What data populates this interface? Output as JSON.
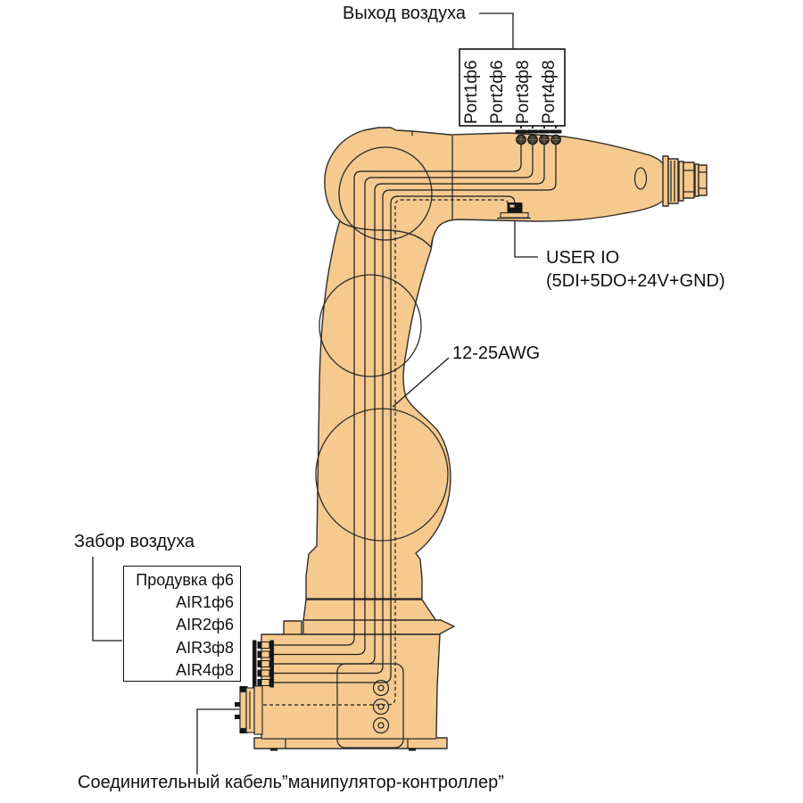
{
  "diagram": {
    "colors": {
      "body": "#F6C98E",
      "outline": "#2D2D2D",
      "line": "#1A1A1A",
      "label": "#111111"
    },
    "air_outlet": {
      "title": "Выход воздуха",
      "ports": [
        "Port1ф6",
        "Port2ф6",
        "Port3ф8",
        "Port4ф8"
      ]
    },
    "user_io": {
      "line1": "USER IO",
      "line2": "(5DI+5DO+24V+GND)"
    },
    "cable_gauge": "12-25AWG",
    "air_intake": {
      "title": "Забор воздуха",
      "items": [
        "Продувка ф6",
        "AIR1ф6",
        "AIR2ф6",
        "AIR3ф8",
        "AIR4ф8"
      ]
    },
    "bottom_label": "Соединительный кабель”манипулятор-контроллер”"
  }
}
